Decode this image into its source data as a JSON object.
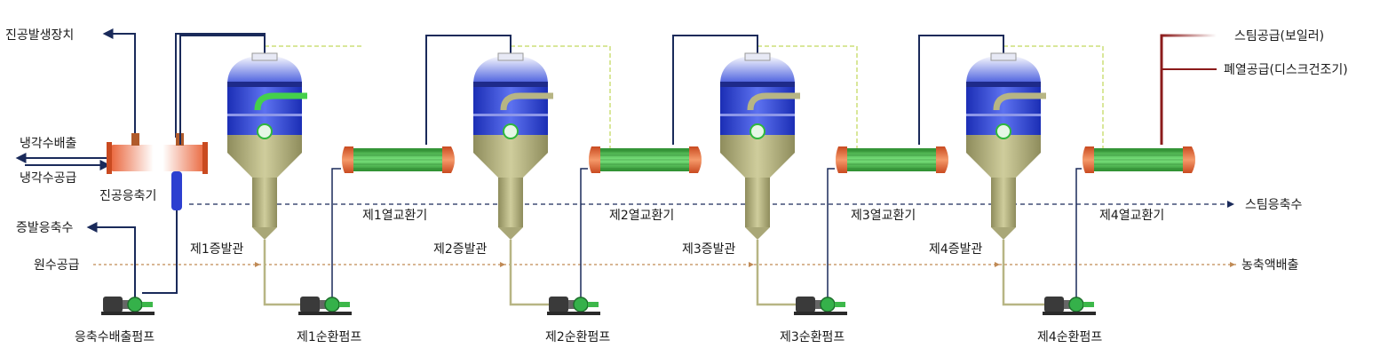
{
  "labels": {
    "vacuum_generator": "진공발생장치",
    "cooling_water_discharge": "냉각수배출",
    "cooling_water_supply": "냉각수공급",
    "vacuum_condenser": "진공응축기",
    "evaporated_condensate": "증발응축수",
    "raw_water_supply": "원수공급",
    "condensate_pump": "응축수배출펌프",
    "steam_supply": "스팀공급(보일러)",
    "waste_heat_supply": "폐열공급(디스크건조기)",
    "steam_condensate": "스팀응축수",
    "concentrate_discharge": "농축액배출"
  },
  "units": [
    {
      "evaporator": "제1증발관",
      "exchanger": "제1열교환기",
      "pump": "제1순환펌프"
    },
    {
      "evaporator": "제2증발관",
      "exchanger": "제2열교환기",
      "pump": "제2순환펌프"
    },
    {
      "evaporator": "제3증발관",
      "exchanger": "제3열교환기",
      "pump": "제3순환펌프"
    },
    {
      "evaporator": "제4증발관",
      "exchanger": "제4열교환기",
      "pump": "제4순환펌프"
    }
  ],
  "colors": {
    "vapor_line": "#1a2a5a",
    "feed_line": "#c08a55",
    "vent_line": "#e3e8a8",
    "steam_line": "#a03030",
    "vessel_blue": "#3b4fd8",
    "vessel_olive": "#b7b584",
    "exchanger_tube": "#48c84f",
    "exchanger_head": "#e56a3a",
    "pump_color": "#3a3a3a",
    "valve_color": "#3db84a"
  }
}
